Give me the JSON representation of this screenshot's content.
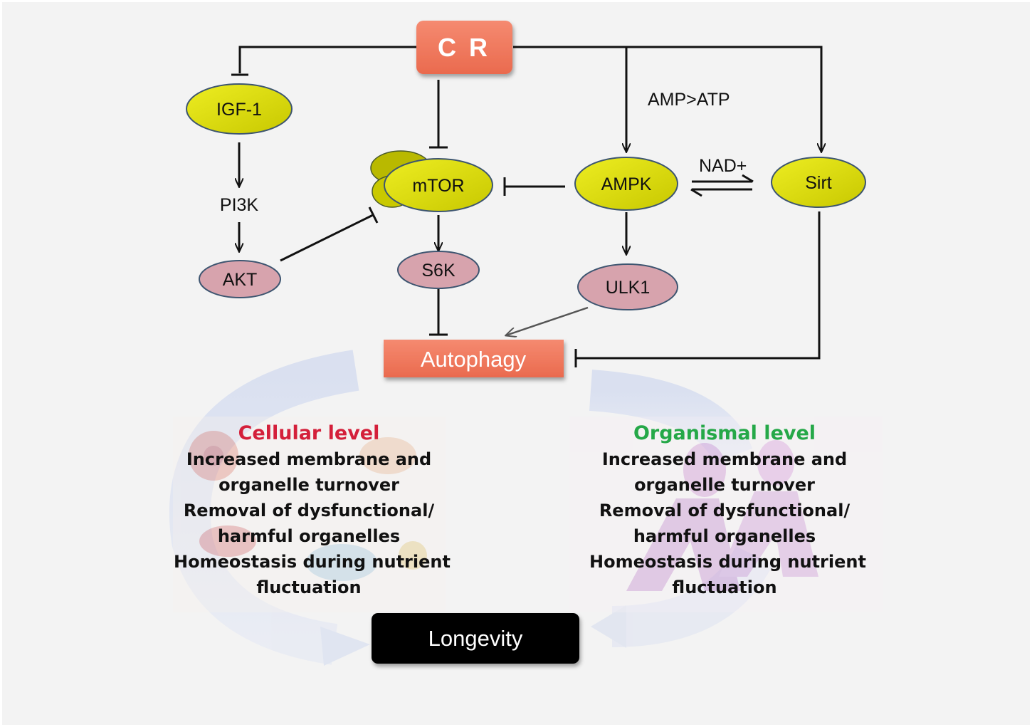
{
  "nodes": {
    "cr": "C R",
    "igf1": "IGF-1",
    "mtor": "mTOR",
    "ampk": "AMPK",
    "sirt": "Sirt",
    "pi3k": "PI3K",
    "akt": "AKT",
    "s6k": "S6K",
    "ulk1": "ULK1",
    "autophagy": "Autophagy",
    "longevity": "Longevity"
  },
  "edge_labels": {
    "amp_atp": "AMP>ATP",
    "nad": "NAD+"
  },
  "cellular": {
    "heading": "Cellular level",
    "lines": [
      "Increased membrane and",
      "organelle turnover",
      "Removal of dysfunctional/",
      "harmful organelles",
      "Homeostasis during nutrient",
      "fluctuation"
    ]
  },
  "organismal": {
    "heading": "Organismal level",
    "lines": [
      "Increased membrane and",
      "organelle turnover",
      "Removal of dysfunctional/",
      "harmful organelles",
      "Homeostasis during nutrient",
      "fluctuation"
    ]
  },
  "colors": {
    "process_box": "#f07a5e",
    "yellow_node": "#d8d800",
    "pink_node": "#d7a3ad",
    "cellular_heading": "#d41f3a",
    "organismal_heading": "#25a848",
    "longevity_box": "#000000"
  },
  "edges": [
    {
      "from": "cr",
      "to": "igf1",
      "type": "inhibit"
    },
    {
      "from": "cr",
      "to": "mtor",
      "type": "inhibit"
    },
    {
      "from": "cr",
      "to": "ampk",
      "type": "activate",
      "label": "AMP>ATP"
    },
    {
      "from": "cr",
      "to": "sirt",
      "type": "activate"
    },
    {
      "from": "igf1",
      "to": "pi3k",
      "type": "activate"
    },
    {
      "from": "pi3k",
      "to": "akt",
      "type": "activate"
    },
    {
      "from": "akt",
      "to": "mtor",
      "type": "inhibit"
    },
    {
      "from": "ampk",
      "to": "mtor",
      "type": "inhibit"
    },
    {
      "from": "ampk",
      "to": "sirt",
      "type": "reversible",
      "label": "NAD+"
    },
    {
      "from": "mtor",
      "to": "s6k",
      "type": "activate"
    },
    {
      "from": "ampk",
      "to": "ulk1",
      "type": "activate"
    },
    {
      "from": "s6k",
      "to": "autophagy",
      "type": "inhibit"
    },
    {
      "from": "ulk1",
      "to": "autophagy",
      "type": "activate"
    },
    {
      "from": "sirt",
      "to": "autophagy",
      "type": "inhibit"
    }
  ]
}
